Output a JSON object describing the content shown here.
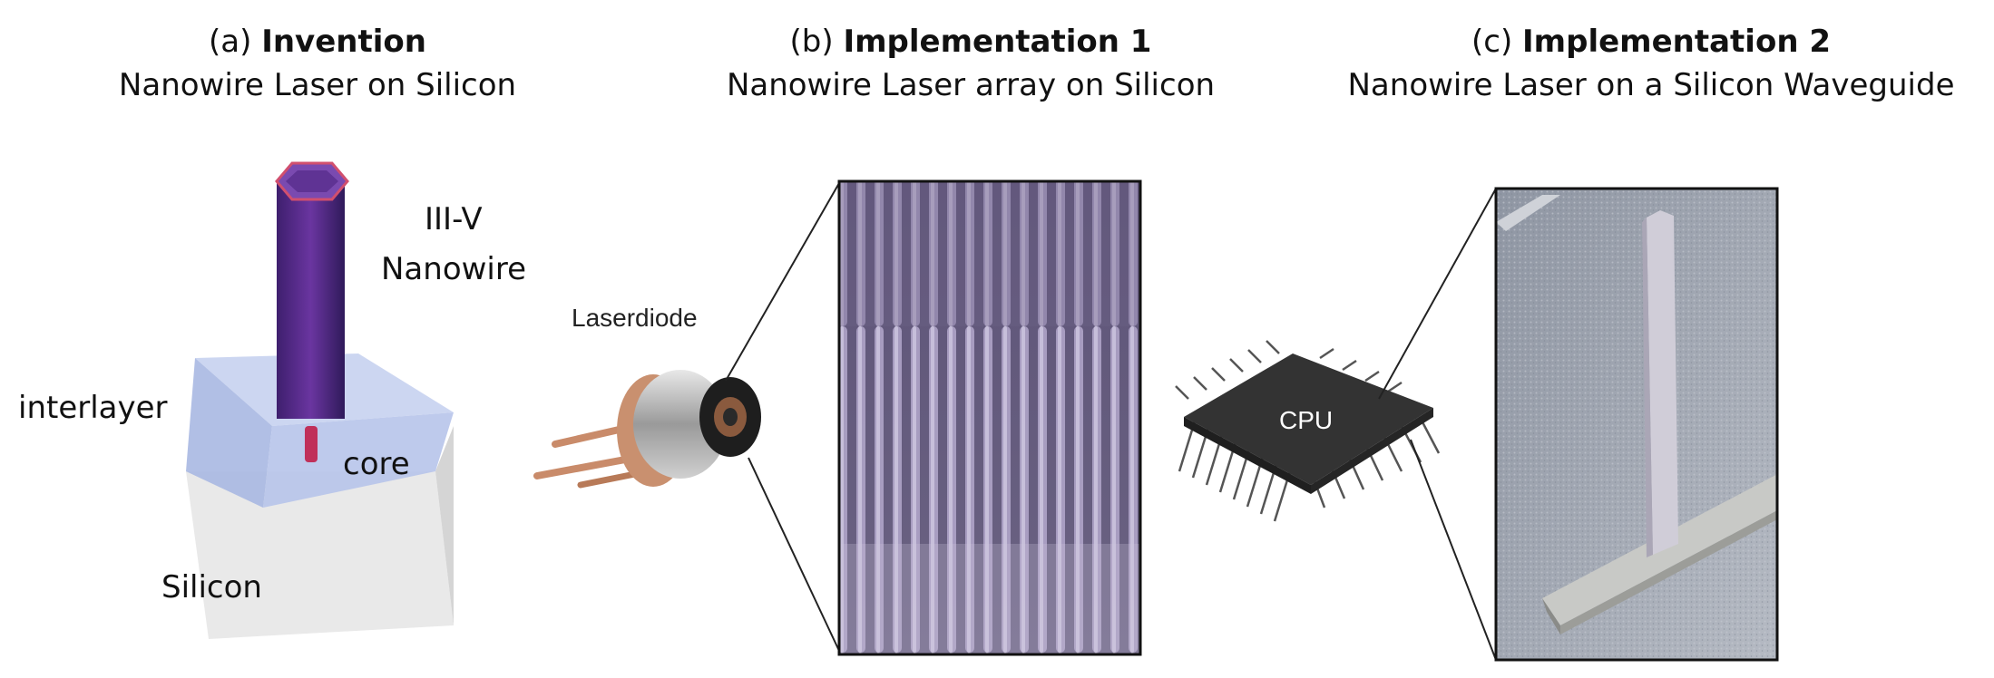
{
  "panels": {
    "a": {
      "letter": "(a)",
      "title": "Invention",
      "subtitle": "Nanowire Laser on Silicon"
    },
    "b": {
      "letter": "(b)",
      "title": "Implementation 1",
      "subtitle": "Nanowire Laser array on Silicon"
    },
    "c": {
      "letter": "(c)",
      "title": "Implementation 2",
      "subtitle": "Nanowire Laser on a Silicon Waveguide"
    }
  },
  "labels": {
    "nanowire_line1": "III-V",
    "nanowire_line2": "Nanowire",
    "interlayer": "interlayer",
    "core": "core",
    "silicon": "Silicon",
    "laserdiode": "Laserdiode",
    "cpu": "CPU"
  },
  "colors": {
    "nanowire": "#5b2d8c",
    "core": "#c0305a",
    "interlayer": "#b9c7ea",
    "silicon_block": "#e6e6e6",
    "sem_purple": "#8a7ea8",
    "sem_gray": "#a7acb5",
    "chip": "#333333",
    "copper": "#c8896a"
  }
}
